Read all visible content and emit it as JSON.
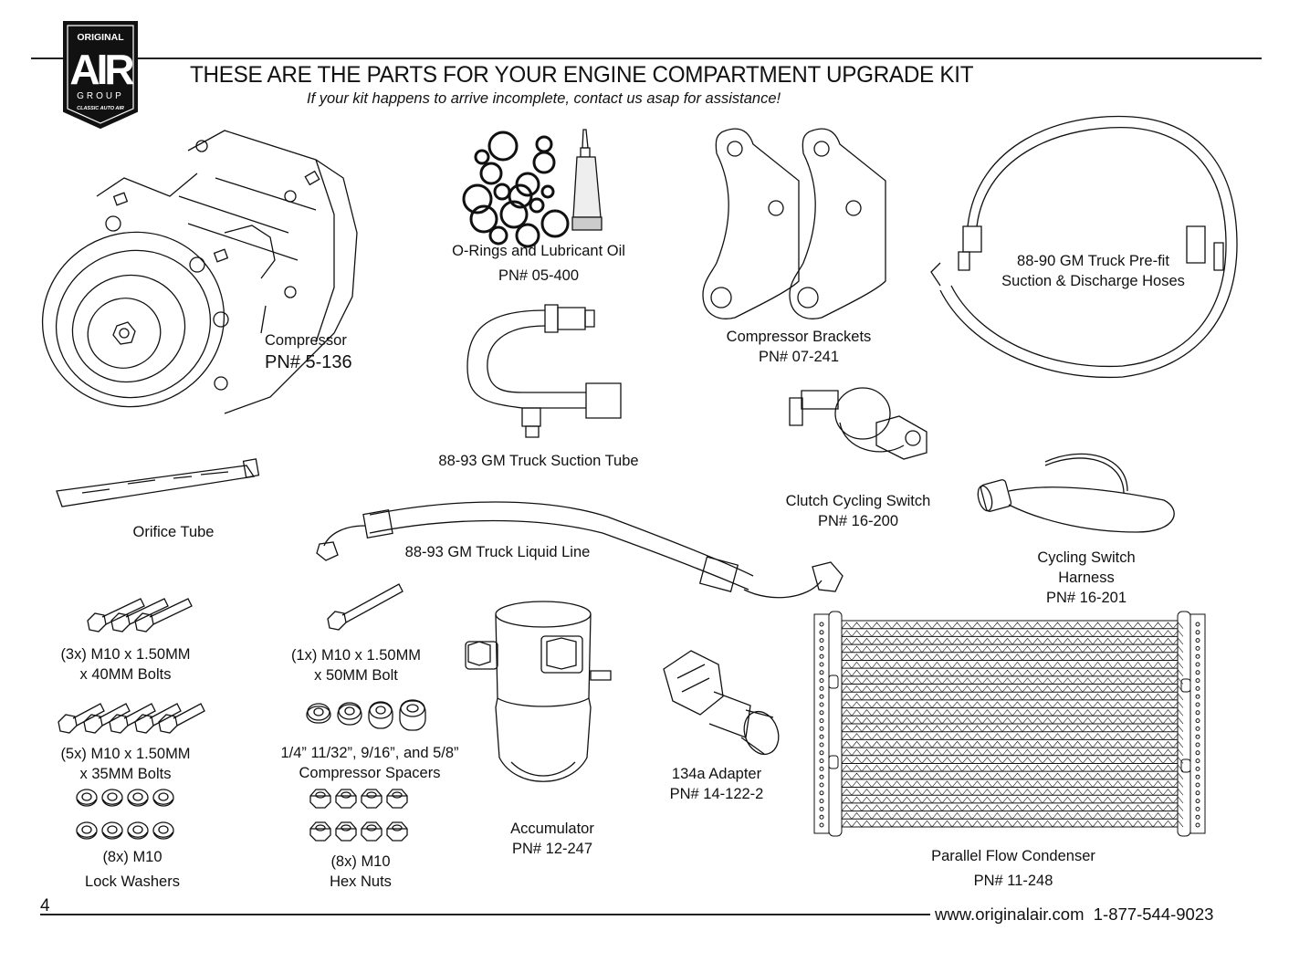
{
  "logo": {
    "line1": "ORIGINAL",
    "line2": "AIR",
    "line3": "GROUP",
    "line4": "CLASSIC AUTO AIR"
  },
  "header": {
    "title": "THESE ARE THE PARTS FOR YOUR ENGINE COMPARTMENT UPGRADE KIT",
    "subtitle": "If your kit happens to arrive incomplete, contact us asap for assistance!"
  },
  "parts": {
    "compressor": {
      "name": "Compressor",
      "pn": "PN# 5-136"
    },
    "orings": {
      "name": "O-Rings and Lubricant Oil",
      "pn": "PN# 05-400"
    },
    "suction_tube": {
      "name": "88-93 GM Truck Suction Tube"
    },
    "brackets": {
      "name": "Compressor Brackets",
      "pn": "PN# 07-241"
    },
    "hoses": {
      "line1": "88-90 GM Truck Pre-fit",
      "line2": "Suction & Discharge Hoses"
    },
    "clutch_switch": {
      "name": "Clutch Cycling Switch",
      "pn": "PN# 16-200"
    },
    "orifice_tube": {
      "name": "Orifice Tube"
    },
    "liquid_line": {
      "name": "88-93 GM Truck Liquid Line"
    },
    "harness": {
      "line1": "Cycling Switch",
      "line2": "Harness",
      "pn": "PN# 16-201"
    },
    "bolts_40": {
      "line1": "(3x) M10 x 1.50MM",
      "line2": "x 40MM Bolts"
    },
    "bolt_50": {
      "line1": "(1x) M10 x 1.50MM",
      "line2": "x 50MM Bolt"
    },
    "bolts_35": {
      "line1": "(5x) M10 x 1.50MM",
      "line2": "x 35MM Bolts"
    },
    "spacers": {
      "line1": "1/4” 11/32”, 9/16”, and 5/8”",
      "line2": "Compressor Spacers"
    },
    "lock_washers": {
      "line1": "(8x) M10",
      "line2": "Lock Washers"
    },
    "hex_nuts": {
      "line1": "(8x) M10",
      "line2": "Hex Nuts"
    },
    "accumulator": {
      "name": "Accumulator",
      "pn": "PN# 12-247"
    },
    "adapter": {
      "name": "134a Adapter",
      "pn": "PN# 14-122-2"
    },
    "condenser": {
      "name": "Parallel Flow Condenser",
      "pn": "PN# 11-248"
    }
  },
  "footer": {
    "page_number": "4",
    "website": "www.originalair.com",
    "phone": "1-877-544-9023"
  }
}
